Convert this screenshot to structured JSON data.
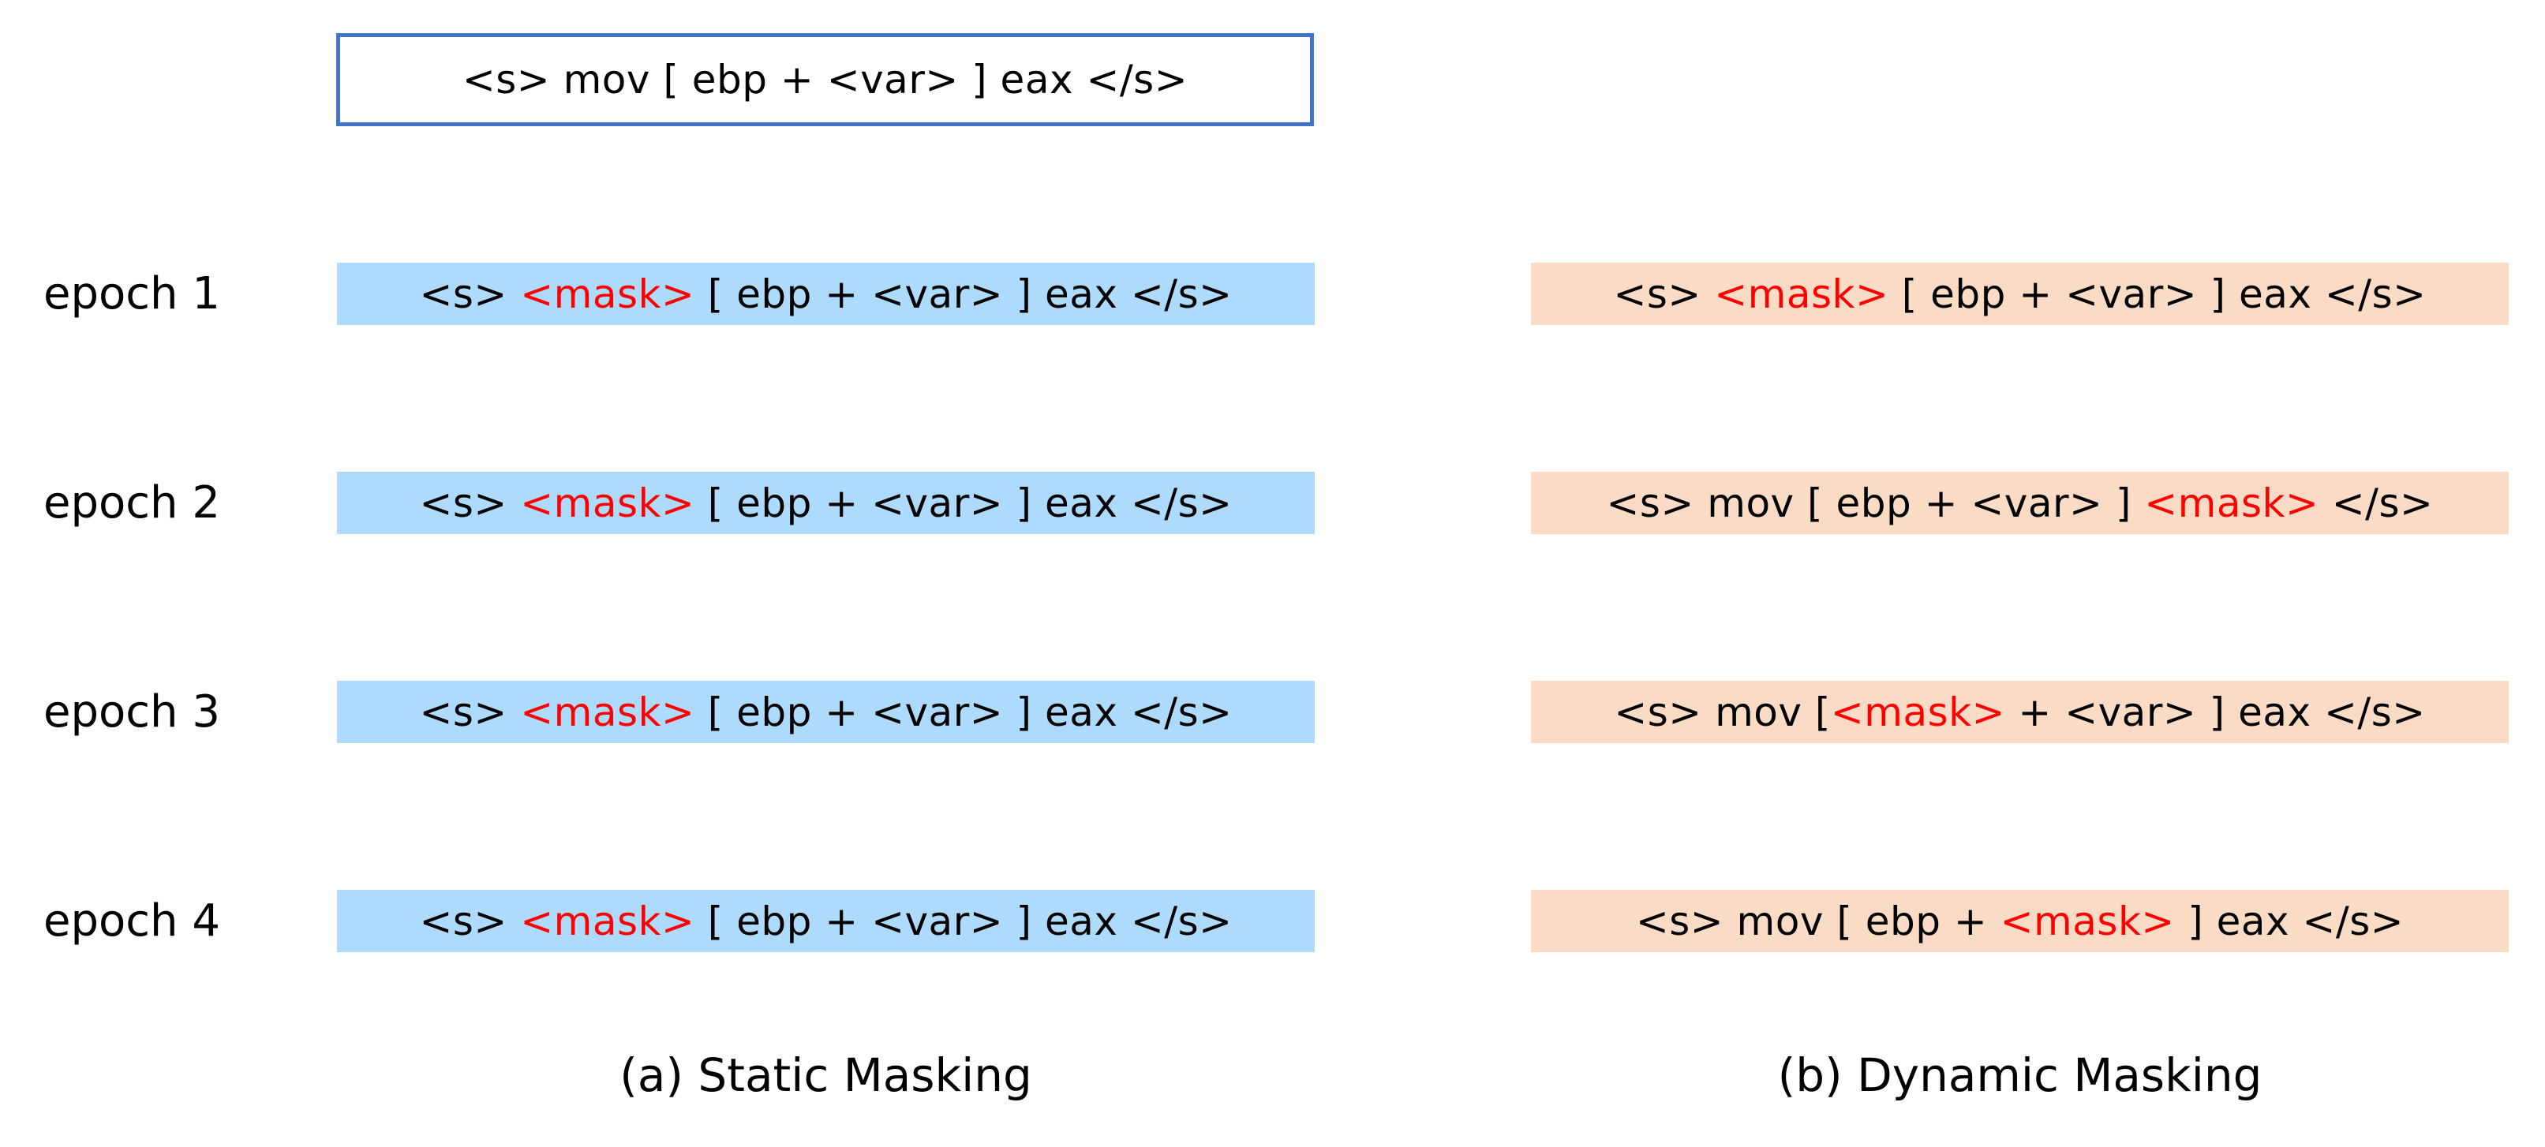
{
  "figure": {
    "colors": {
      "source_border": "#4472c4",
      "source_background": "#ffffff",
      "static_row_background": "#aedbfc",
      "dynamic_row_background": "#fadbc5",
      "mask_token": "#ff0000",
      "text": "#000000",
      "page_background": "#ffffff"
    },
    "source": {
      "name": "original-input-sequence",
      "segments": [
        {
          "text": "<s> mov [ ebp + <var> ] eax </s>",
          "masked": false
        }
      ],
      "plain": "<s> mov [ ebp + <var> ] eax </s>"
    },
    "epoch_labels": [
      "epoch 1",
      "epoch 2",
      "epoch 3",
      "epoch 4"
    ],
    "panels": [
      {
        "id": "static",
        "caption": "(a) Static Masking",
        "rows": [
          {
            "epoch": "epoch 1",
            "plain": "<s> <mask> [ ebp + <var> ] eax </s>",
            "segments": [
              {
                "text": "<s> ",
                "masked": false
              },
              {
                "text": "<mask>",
                "masked": true
              },
              {
                "text": " [ ebp + <var> ] eax </s>",
                "masked": false
              }
            ]
          },
          {
            "epoch": "epoch 2",
            "plain": "<s> <mask> [ ebp + <var> ] eax </s>",
            "segments": [
              {
                "text": "<s> ",
                "masked": false
              },
              {
                "text": "<mask>",
                "masked": true
              },
              {
                "text": " [ ebp + <var> ] eax </s>",
                "masked": false
              }
            ]
          },
          {
            "epoch": "epoch 3",
            "plain": "<s> <mask> [ ebp + <var> ] eax </s>",
            "segments": [
              {
                "text": "<s> ",
                "masked": false
              },
              {
                "text": "<mask>",
                "masked": true
              },
              {
                "text": " [ ebp + <var> ] eax </s>",
                "masked": false
              }
            ]
          },
          {
            "epoch": "epoch 4",
            "plain": "<s> <mask> [ ebp + <var> ] eax </s>",
            "segments": [
              {
                "text": "<s> ",
                "masked": false
              },
              {
                "text": "<mask>",
                "masked": true
              },
              {
                "text": " [ ebp + <var> ] eax </s>",
                "masked": false
              }
            ]
          }
        ]
      },
      {
        "id": "dynamic",
        "caption": "(b) Dynamic Masking",
        "rows": [
          {
            "epoch": "epoch 1",
            "plain": "<s> <mask> [ ebp + <var> ] eax </s>",
            "segments": [
              {
                "text": "<s> ",
                "masked": false
              },
              {
                "text": "<mask>",
                "masked": true
              },
              {
                "text": " [ ebp + <var> ] eax </s>",
                "masked": false
              }
            ]
          },
          {
            "epoch": "epoch 2",
            "plain": "<s> mov [ ebp + <var> ] <mask> </s>",
            "segments": [
              {
                "text": "<s> mov [ ebp + <var> ] ",
                "masked": false
              },
              {
                "text": "<mask>",
                "masked": true
              },
              {
                "text": " </s>",
                "masked": false
              }
            ]
          },
          {
            "epoch": "epoch 3",
            "plain": "<s> mov [<mask> + <var> ] eax </s>",
            "segments": [
              {
                "text": "<s> mov [",
                "masked": false
              },
              {
                "text": "<mask>",
                "masked": true
              },
              {
                "text": " + <var> ] eax </s>",
                "masked": false
              }
            ]
          },
          {
            "epoch": "epoch 4",
            "plain": "<s> mov [ ebp + <mask> ] eax </s>",
            "segments": [
              {
                "text": "<s> mov [ ebp + ",
                "masked": false
              },
              {
                "text": "<mask>",
                "masked": true
              },
              {
                "text": " ] eax </s>",
                "masked": false
              }
            ]
          }
        ]
      }
    ]
  }
}
